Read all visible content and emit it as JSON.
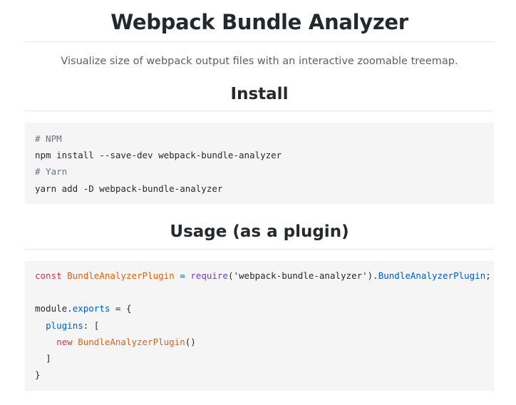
{
  "header": {
    "title": "Webpack Bundle Analyzer",
    "subtitle": "Visualize size of webpack output files with an interactive zoomable treemap."
  },
  "install": {
    "heading": "Install",
    "lines": {
      "npm_comment": "# NPM",
      "npm_cmd": "npm install --save-dev webpack-bundle-analyzer",
      "yarn_comment": "# Yarn",
      "yarn_cmd": "yarn add -D webpack-bundle-analyzer"
    }
  },
  "usage": {
    "heading": "Usage (as a plugin)",
    "code": {
      "kw_const": "const",
      "var_name": "BundleAnalyzerPlugin",
      "eq": "=",
      "fn_require": "require",
      "paren_open": "(",
      "module_string": "'webpack-bundle-analyzer'",
      "paren_close_dot": ").",
      "prop_plugin": "BundleAnalyzerPlugin",
      "semicolon": ";",
      "module_word": "module.",
      "exports_word": "exports",
      "assign_brace": " = {",
      "plugins_key": "plugins",
      "plugins_open": ": [",
      "kw_new": "new",
      "ctor_name": "BundleAnalyzerPlugin",
      "ctor_call": "()",
      "array_close": "]",
      "object_close": "}"
    }
  }
}
